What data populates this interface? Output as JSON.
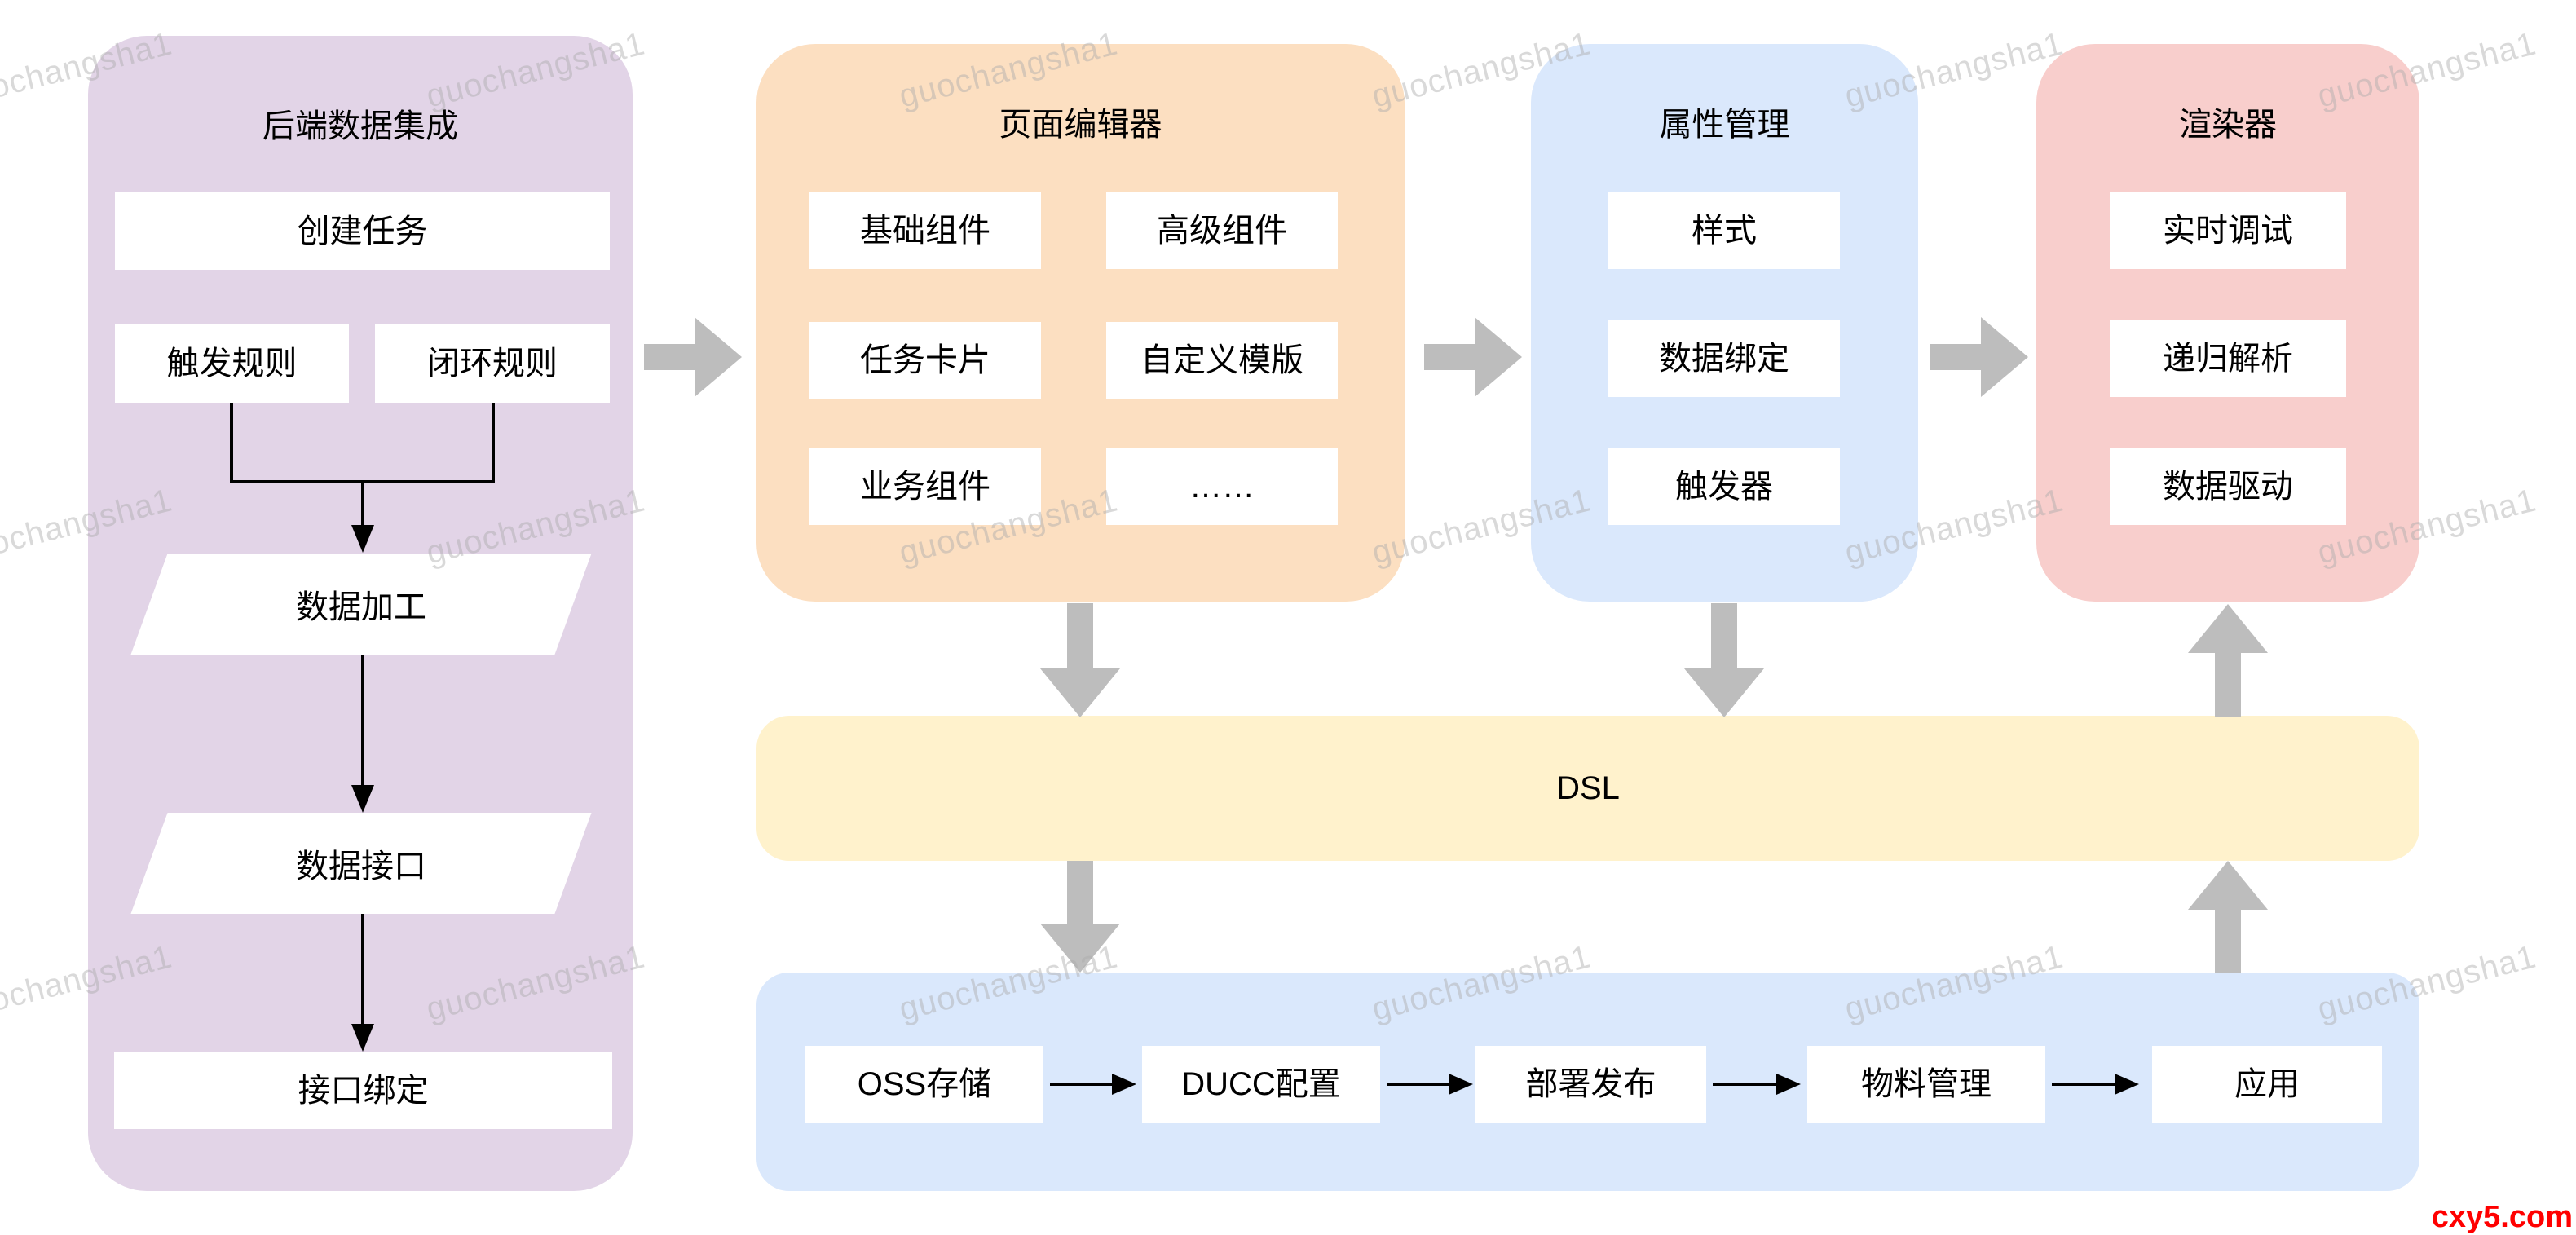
{
  "backend_panel": {
    "title": "后端数据集成",
    "create_task": "创建任务",
    "trigger_rule": "触发规则",
    "closed_loop_rule": "闭环规则",
    "data_processing": "数据加工",
    "data_interface": "数据接口",
    "interface_binding": "接口绑定"
  },
  "editor_panel": {
    "title": "页面编辑器",
    "basic_components": "基础组件",
    "advanced_components": "高级组件",
    "task_card": "任务卡片",
    "custom_template": "自定义模版",
    "business_components": "业务组件",
    "more": "……"
  },
  "props_panel": {
    "title": "属性管理",
    "style": "样式",
    "data_binding": "数据绑定",
    "trigger": "触发器"
  },
  "renderer_panel": {
    "title": "渲染器",
    "realtime_debug": "实时调试",
    "recursive_parse": "递归解析",
    "data_driven": "数据驱动"
  },
  "dsl_bar": {
    "label": "DSL"
  },
  "publish_panel": {
    "oss_storage": "OSS存储",
    "ducc_config": "DUCC配置",
    "deploy_release": "部署发布",
    "material_management": "物料管理",
    "application": "应用"
  },
  "watermark": {
    "text": "guochangsha1"
  },
  "brand": {
    "text": "cxy5.com"
  },
  "colors": {
    "backend_panel": "#E2D4E7",
    "editor_panel": "#FCDFC1",
    "props_panel": "#DAE8FC",
    "renderer_panel": "#F8CECC",
    "dsl_bar": "#FFF2CC",
    "publish_panel": "#DAE8FC",
    "node_fill": "#FFFFFF",
    "arrow_gray": "#BDBDBD",
    "line_black": "#000000",
    "watermark_gray": "#AAAAAA",
    "brand_red": "#FF0000"
  }
}
